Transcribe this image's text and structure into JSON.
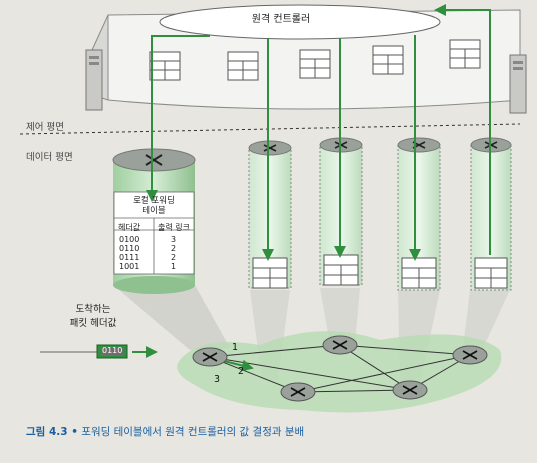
{
  "remote_controller_label": "원격 컨트롤러",
  "control_plane_label": "제어 평면",
  "data_plane_label": "데이터 평면",
  "local_table": {
    "title_line1": "로컬 포워딩",
    "title_line2": "테이블",
    "col_header": "헤더값",
    "col_output": "출력 링크",
    "rows": [
      {
        "header": "0100",
        "output": "3"
      },
      {
        "header": "0110",
        "output": "2"
      },
      {
        "header": "0111",
        "output": "2"
      },
      {
        "header": "1001",
        "output": "1"
      }
    ]
  },
  "arriving_label_line1": "도착하는",
  "arriving_label_line2": "패킷 헤더값",
  "packet_value": "0110",
  "port_labels": [
    "1",
    "2",
    "3"
  ],
  "caption_prefix": "그림 4.3 •",
  "caption_text": "포워딩 테이블에서 원격 컨트롤러의 값 결정과 분배",
  "colors": {
    "accent_green": "#3aa04a",
    "caption_blue": "#1b5fa0",
    "router_bg": "#9aa09a"
  }
}
